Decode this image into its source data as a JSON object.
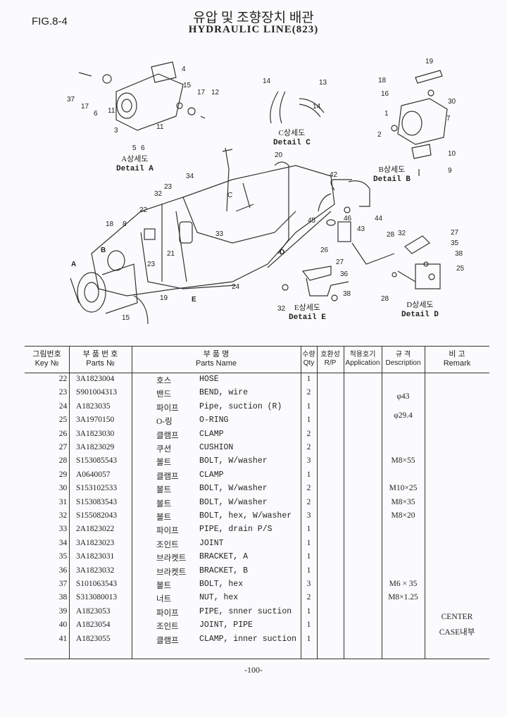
{
  "figure": "FIG.8-4",
  "title_korean": "유압 및 조향장치 배관",
  "title_english": "HYDRAULIC LINE(823)",
  "diagram": {
    "details": [
      {
        "ko": "A상세도",
        "en": "Detail A"
      },
      {
        "ko": "C상세도",
        "en": "Detail C"
      },
      {
        "ko": "B상세도",
        "en": "Detail B"
      },
      {
        "ko": "E상세도",
        "en": "Detail E"
      },
      {
        "ko": "D상세도",
        "en": "Detail D"
      }
    ],
    "callouts": [
      "4",
      "15",
      "17",
      "12",
      "37",
      "17",
      "6",
      "11",
      "3",
      "11",
      "5",
      "6",
      "14",
      "13",
      "14",
      "19",
      "18",
      "16",
      "30",
      "7",
      "1",
      "2",
      "10",
      "9",
      "20",
      "42",
      "34",
      "C",
      "23",
      "32",
      "22",
      "18",
      "8",
      "B",
      "33",
      "21",
      "23",
      "45",
      "46",
      "43",
      "44",
      "26",
      "27",
      "A",
      "19",
      "E",
      "24",
      "D",
      "28",
      "32",
      "27",
      "35",
      "38",
      "25",
      "36",
      "38",
      "28",
      "32",
      "15"
    ]
  },
  "table": {
    "headers": [
      {
        "ko": "그림번호",
        "en": "Key №"
      },
      {
        "ko": "부 품 번 호",
        "en": "Parts №"
      },
      {
        "ko": "부          품          명",
        "en": "Parts    Name"
      },
      {
        "ko": "수량",
        "en": "Qty"
      },
      {
        "ko": "호환성",
        "en": "R/P"
      },
      {
        "ko": "적용호기",
        "en": "Application"
      },
      {
        "ko": "규    격",
        "en": "Description"
      },
      {
        "ko": "비          고",
        "en": "Remark"
      }
    ],
    "rows": [
      {
        "key": "22",
        "part": "3A1823004",
        "ko": "호스",
        "name": "HOSE",
        "qty": "1",
        "desc": "",
        "remark": ""
      },
      {
        "key": "23",
        "part": "S901004313",
        "ko": "밴드",
        "name": "BEND, wire",
        "qty": "2",
        "desc": "φ43",
        "remark": ""
      },
      {
        "key": "24",
        "part": "A1823035",
        "ko": "파이프",
        "name": "Pipe, suction (R)",
        "qty": "1",
        "desc": "",
        "remark": ""
      },
      {
        "key": "25",
        "part": "3A1970150",
        "ko": "O-링",
        "name": "O-RING",
        "qty": "1",
        "desc": "φ29.4",
        "remark": ""
      },
      {
        "key": "26",
        "part": "3A1823030",
        "ko": "클램프",
        "name": "CLAMP",
        "qty": "2",
        "desc": "",
        "remark": ""
      },
      {
        "key": "27",
        "part": "3A1823029",
        "ko": "쿠션",
        "name": "CUSHION",
        "qty": "2",
        "desc": "",
        "remark": ""
      },
      {
        "key": "28",
        "part": "S153085543",
        "ko": "볼트",
        "name": "BOLT, W/washer",
        "qty": "3",
        "desc": "M8×55",
        "remark": ""
      },
      {
        "key": "29",
        "part": "A0640057",
        "ko": "클램프",
        "name": "CLAMP",
        "qty": "1",
        "desc": "",
        "remark": ""
      },
      {
        "key": "30",
        "part": "S153102533",
        "ko": "볼트",
        "name": "BOLT, W/washer",
        "qty": "2",
        "desc": "M10×25",
        "remark": ""
      },
      {
        "key": "31",
        "part": "S153083543",
        "ko": "볼트",
        "name": "BOLT, W/washer",
        "qty": "2",
        "desc": "M8×35",
        "remark": ""
      },
      {
        "key": "32",
        "part": "S155082043",
        "ko": "볼트",
        "name": "BOLT, hex, W/washer",
        "qty": "3",
        "desc": "M8×20",
        "remark": ""
      },
      {
        "key": "33",
        "part": "2A1823022",
        "ko": "파이프",
        "name": "PIPE, drain    P/S",
        "qty": "1",
        "desc": "",
        "remark": ""
      },
      {
        "key": "34",
        "part": "3A1823023",
        "ko": "조인트",
        "name": "JOINT",
        "qty": "1",
        "desc": "",
        "remark": ""
      },
      {
        "key": "35",
        "part": "3A1823031",
        "ko": "브라켓트",
        "name": "BRACKET, A",
        "qty": "1",
        "desc": "",
        "remark": ""
      },
      {
        "key": "36",
        "part": "3A1823032",
        "ko": "브라켓트",
        "name": "BRACKET, B",
        "qty": "1",
        "desc": "",
        "remark": ""
      },
      {
        "key": "37",
        "part": "S101063543",
        "ko": "볼트",
        "name": "BOLT,  hex",
        "qty": "3",
        "desc": "M6 × 35",
        "remark": ""
      },
      {
        "key": "38",
        "part": "S313080013",
        "ko": "너트",
        "name": "NUT,  hex",
        "qty": "2",
        "desc": "M8×1.25",
        "remark": ""
      },
      {
        "key": "39",
        "part": "A1823053",
        "ko": "파이프",
        "name": "PIPE, snner suction",
        "qty": "1",
        "desc": "",
        "remark": "CENTER"
      },
      {
        "key": "40",
        "part": "A1823054",
        "ko": "조인트",
        "name": "JOINT, PIPE",
        "qty": "1",
        "desc": "",
        "remark": "CASE내부"
      },
      {
        "key": "41",
        "part": "A1823055",
        "ko": "클램프",
        "name": "CLAMP, inner suction",
        "qty": "1",
        "desc": "",
        "remark": ""
      }
    ]
  },
  "page_number": "-100-"
}
